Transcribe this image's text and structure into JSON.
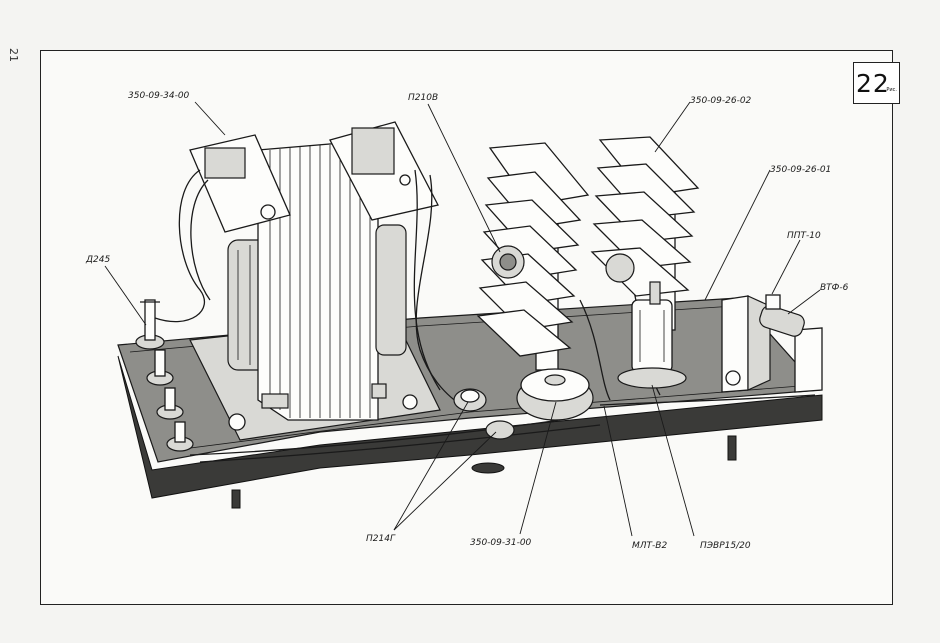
{
  "page_number": "21",
  "figure": {
    "number": "22",
    "unit_caption": "Рис."
  },
  "labels": {
    "transformer_part": "350-09-34-00",
    "diode": "Д245",
    "transistor_top": "П210В",
    "heatsink_left": "350-09-26-02",
    "heatsink_right": "350-09-26-01",
    "fuse_holder": "ППТ-10",
    "fuse": "ВТФ-6",
    "transistor_bottom": "П214Г",
    "coil_part": "350-09-31-00",
    "resistor": "МЛТ-В2",
    "wire_resistor": "ПЭВР15/20"
  }
}
